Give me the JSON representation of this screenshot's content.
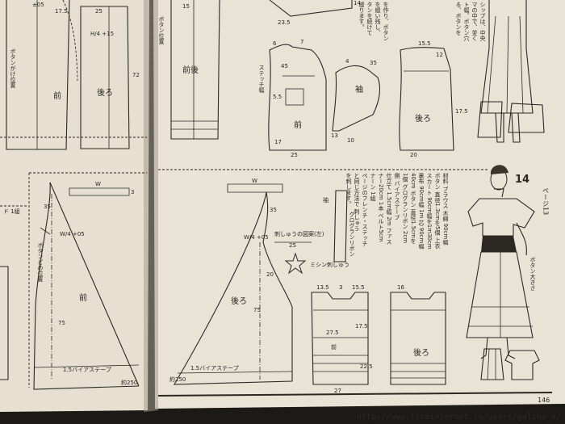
{
  "left_page": {
    "top_labels": {
      "n05": "±05",
      "n175": "17.5",
      "n25": "25",
      "h4plus": "H/4 +15",
      "n72": "72",
      "front": "前",
      "back": "後ろ",
      "left_note": "ボタンがけ位置"
    },
    "bottom_labels": {
      "w": "W",
      "n3": "3",
      "n35": "35",
      "w4": "W/4 +05",
      "n75": "75",
      "bias": "1.5バイアステープ",
      "front": "前",
      "n250": "約250",
      "button_note": "ボタンどめ位置",
      "note_1": "ド 1組"
    }
  },
  "right_page": {
    "top_labels": {
      "n15": "15",
      "n20": "20",
      "n25": "25",
      "n235": "23.5",
      "n6": "6",
      "n7": "7",
      "n14": "14",
      "n17": "17",
      "n12": "12",
      "n4": "4",
      "n45": "45",
      "n35": "35",
      "n55": "5.5",
      "n10": "10",
      "n13": "13",
      "n155": "15.5",
      "n175": "17.5",
      "front": "前",
      "front_back": "前後",
      "back": "後ろ",
      "sleeve": "袖",
      "stitch_note": "ステッチ幅",
      "button_note": "ボタン位置"
    },
    "bottom_labels": {
      "w": "W",
      "w4": "W/4 +05",
      "n35": "35",
      "n25": "25",
      "n20": "20",
      "n75": "75",
      "n20b": "20",
      "back": "後ろ",
      "bias": "1.5バイアステープ",
      "n250": "約250",
      "front": "前",
      "back2": "後ろ",
      "n275": "27.5",
      "n27": "27",
      "n225": "22.5",
      "n175": "17.5",
      "sleeve": "袖",
      "grosgrain": "グログランリボン",
      "star_note": "ミシン刺しゅう",
      "embroidery_title": "刺しゅうの図案(左)",
      "n25b": "25",
      "n135": "13.5",
      "n16": "16",
      "n3": "3",
      "n155": "15.5"
    },
    "text_block_top": {
      "col1": "シップは、中央",
      "col2": "マの中で、並く",
      "col3": "ト幅、ボタン穴",
      "col4": "る、ボタンを",
      "col5": "を作り、ボタン",
      "col6": "を縫い残し、",
      "col7": "タンを続けて",
      "col8": "縫ります。"
    },
    "text_block_bottom": {
      "col1": "材料 ブラウス 木綿 90cm幅",
      "col2": "ボタン 直径1.3cmを5個 上衣",
      "col3": "スカート 90cm幅を1m30cm",
      "col4": "裏布 90cm幅 1m 芯 90cm幅",
      "col5": "40cm ボタン 直径1.5cmを",
      "col6": "1個 グログランリボン 2cm",
      "col7": "側 バイアステープ",
      "col8": "仕立て 1.5cm幅 2m ファス",
      "col9": "ナー20cm 1本 ベルト5cm",
      "col10": "ナーン 1組",
      "col11": "ページのフレンチ・ステッチ",
      "col12": "と同じ方法で 刺しゅう",
      "col13": "を刺します。"
    },
    "title_number": "14",
    "title_page_ref": "ページ13",
    "button_note_figure": "ボタン大きさ",
    "page_number": "146"
  },
  "watermark": "http://www.liveinternet.ru/users/galina_o/"
}
